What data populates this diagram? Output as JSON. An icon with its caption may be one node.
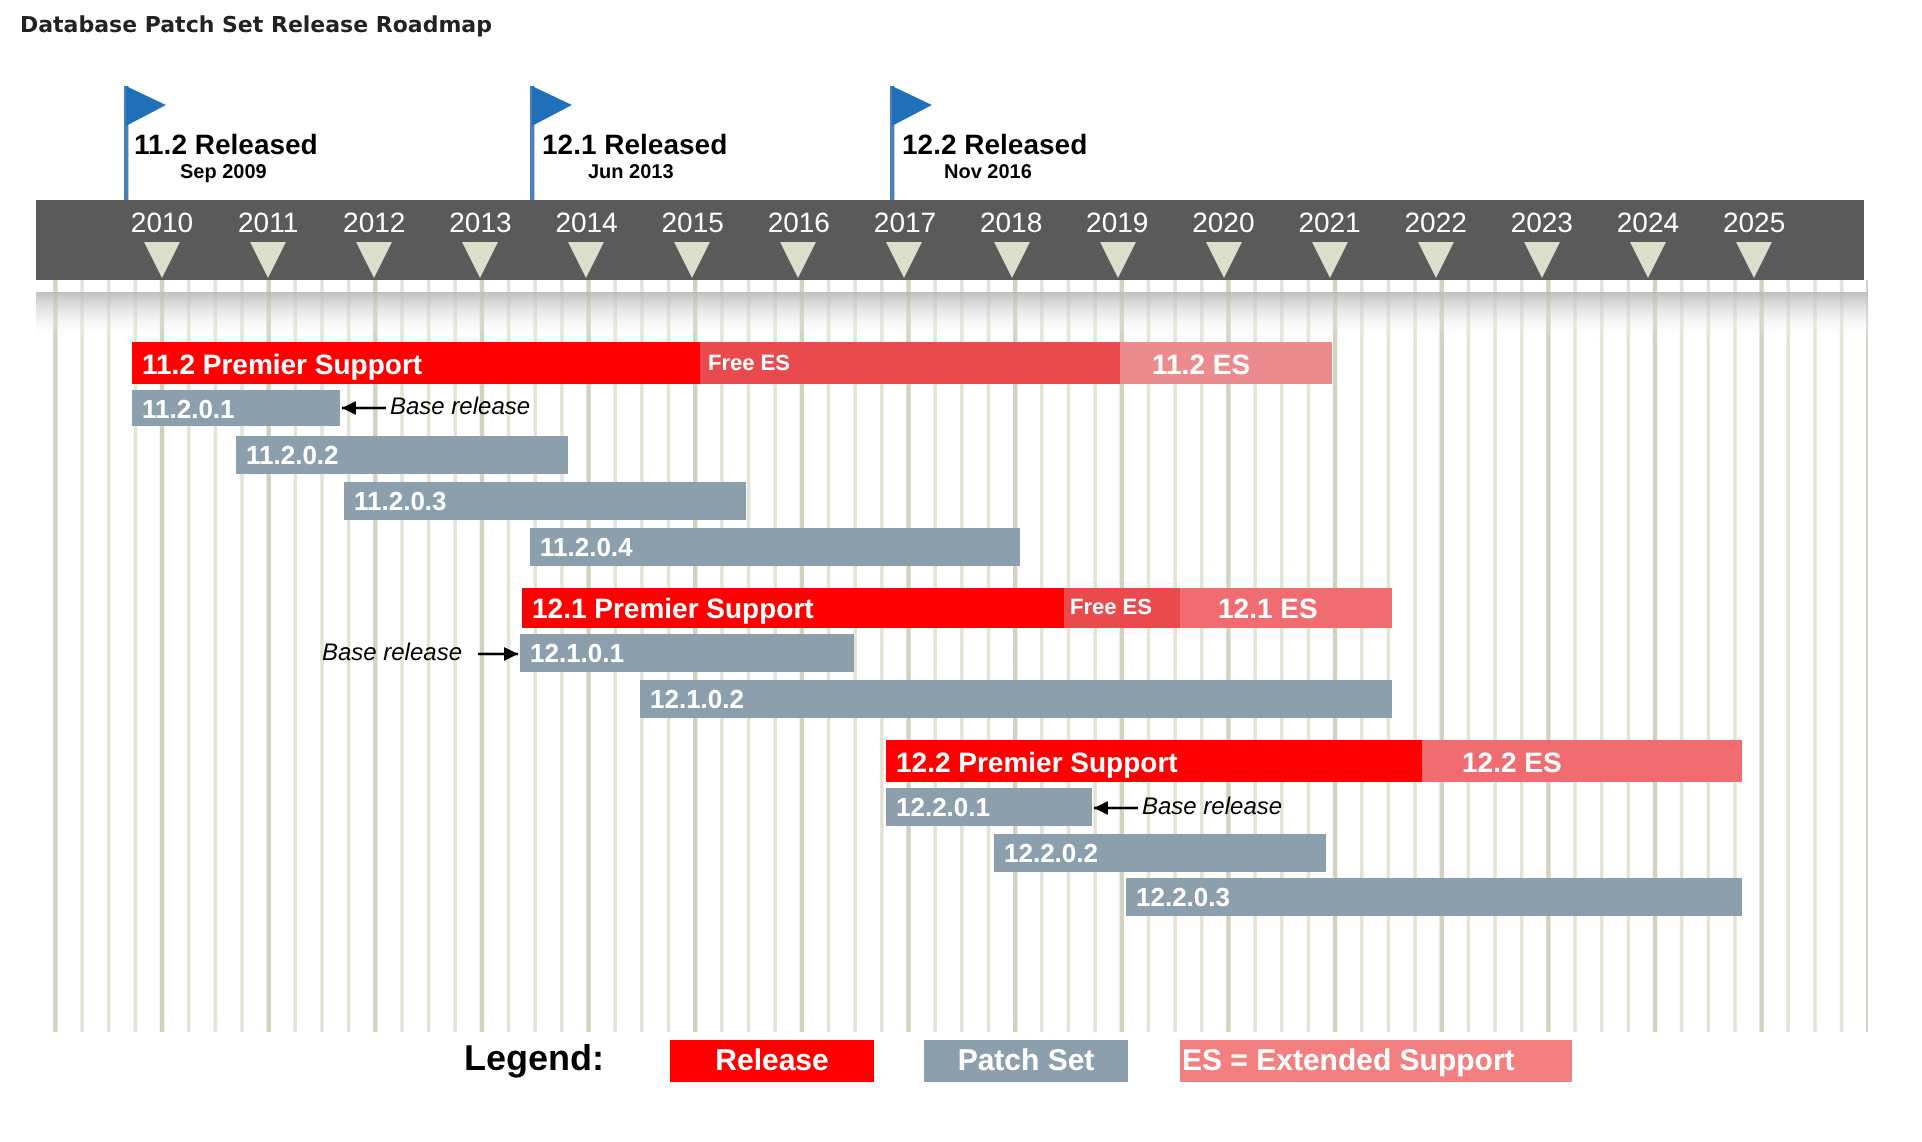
{
  "diagram": {
    "title": "Database Patch Set Release Roadmap",
    "nodes": [
      {
        "text": [
          "11.2 Premier Support"
        ]
      },
      {
        "text": [
          "Free ES"
        ]
      },
      {
        "text": [
          "11.2 ES"
        ]
      },
      {
        "text": [
          "11.2.0.1"
        ]
      },
      {
        "text": [
          "Base release"
        ]
      },
      {
        "text": [
          "11.2.0.2"
        ]
      },
      {
        "text": [
          "11.2.0.3"
        ]
      },
      {
        "text": [
          "11.2.0.4"
        ]
      },
      {
        "text": [
          "12.1 Premier Support"
        ]
      },
      {
        "text": [
          "Free ES"
        ]
      },
      {
        "text": [
          "12.1 ES"
        ]
      },
      {
        "text": [
          "Base release"
        ]
      },
      {
        "text": [
          "12.1.0.1"
        ]
      },
      {
        "text": [
          "12.1.0.2"
        ]
      },
      {
        "text": [
          "12.2 Premier Support"
        ]
      },
      {
        "text": [
          "12.2 ES"
        ]
      },
      {
        "text": [
          "12.2.0.1"
        ]
      },
      {
        "text": [
          "Base release"
        ]
      },
      {
        "text": [
          "12.2.0.2"
        ]
      },
      {
        "text": [
          "12.2.0.3"
        ]
      }
    ],
    "edges": [
      {
        "from": 4,
        "to": 3,
        "arrow": "to"
      },
      {
        "from": 11,
        "to": 12,
        "arrow": "to"
      },
      {
        "from": 17,
        "to": 16,
        "arrow": "to"
      }
    ],
    "labels": [
      "11.2 Released",
      "Sep 2009",
      "12.1 Released",
      "Jun 2013",
      "12.2 Released",
      "Nov 2016",
      "2010",
      "2011",
      "2012",
      "2013",
      "2014",
      "2015",
      "2016",
      "2017",
      "2018",
      "2019",
      "2020",
      "2021",
      "2022",
      "2023",
      "2024",
      "2025",
      "Legend:"
    ],
    "legend": [
      {
        "text": "Release",
        "color": "#ff0000"
      },
      {
        "text": "Patch Set",
        "color": "#8c9fac"
      },
      {
        "text": "ES = Extended Support",
        "color": "#f28080"
      }
    ]
  }
}
